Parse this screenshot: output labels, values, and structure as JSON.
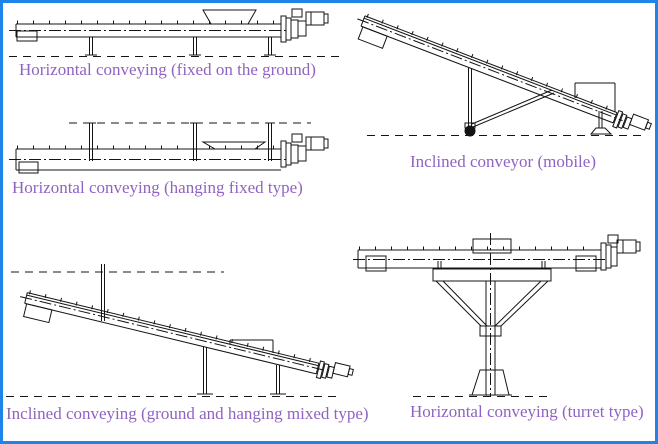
{
  "colors": {
    "border_color": "#1e84ea",
    "caption_color": "#8f63c2",
    "line_color": "#141414",
    "background": "#ffffff"
  },
  "diagrams": [
    {
      "id": "horizontal-fixed-ground",
      "caption": "Horizontal conveying (fixed on the ground)"
    },
    {
      "id": "horizontal-hanging-fixed",
      "caption": "Horizontal conveying (hanging fixed type)"
    },
    {
      "id": "inclined-mobile",
      "caption": "Inclined conveyor (mobile)"
    },
    {
      "id": "inclined-ground-hanging-mixed",
      "caption": "Inclined conveying (ground and hanging mixed type)"
    },
    {
      "id": "horizontal-turret",
      "caption": "Horizontal conveying (turret type)"
    }
  ]
}
